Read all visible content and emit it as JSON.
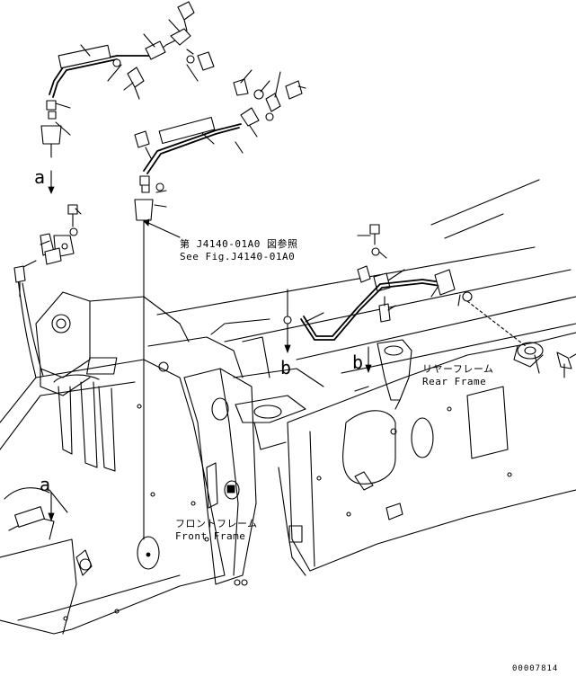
{
  "callouts": {
    "a_top": "a",
    "a_bottom": "a",
    "b_left": "b",
    "b_right": "b"
  },
  "reference": {
    "line1": "第 J4140-01A0 図参照",
    "line2": "See Fig.J4140-01A0"
  },
  "rear_frame": {
    "jp": "リヤーフレーム",
    "en": "Rear Frame"
  },
  "front_frame": {
    "jp": "フロントフレーム",
    "en": "Front Frame"
  },
  "drawing_code": "00007814"
}
